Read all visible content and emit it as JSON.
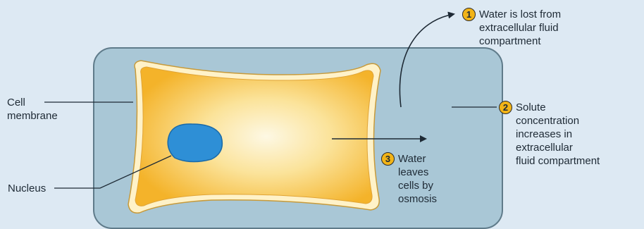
{
  "labels": {
    "cell_membrane": "Cell\nmembrane",
    "nucleus": "Nucleus"
  },
  "steps": [
    {
      "number": "1",
      "text": "Water is lost from\nextracellular fluid\ncompartment"
    },
    {
      "number": "2",
      "text": "Solute\nconcentration\nincreases in\nextracellular\nfluid compartment"
    },
    {
      "number": "3",
      "text": "Water\nleaves\ncells by\nosmosis"
    }
  ],
  "colors": {
    "background": "#dde9f3",
    "extracellular_fluid": "#a9c7d6",
    "cell_cytoplasm_center": "#fdf6dc",
    "cell_cytoplasm_edge": "#f4b731",
    "cell_membrane": "#fff4c9",
    "nucleus": "#2e8fd6",
    "badge": "#f2b417",
    "arrow": "#1e2a35"
  }
}
